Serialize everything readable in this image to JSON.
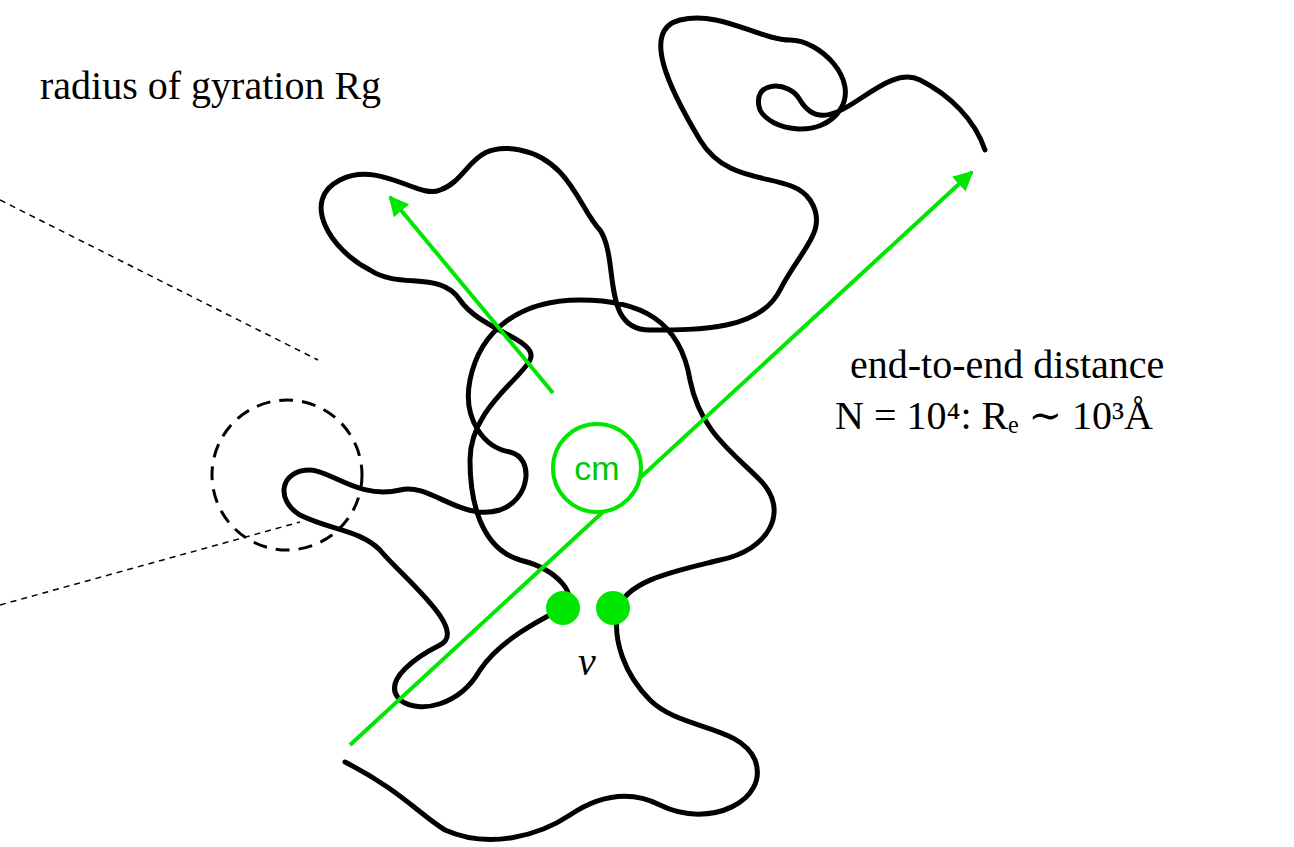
{
  "diagram": {
    "nodes": [
      {
        "text": [
          "cm"
        ]
      }
    ],
    "labels": [
      "radius of gyration Rg",
      "end-to-end distance",
      "N = 10⁴: Rₑ ∼ 10³Å",
      "v"
    ]
  }
}
